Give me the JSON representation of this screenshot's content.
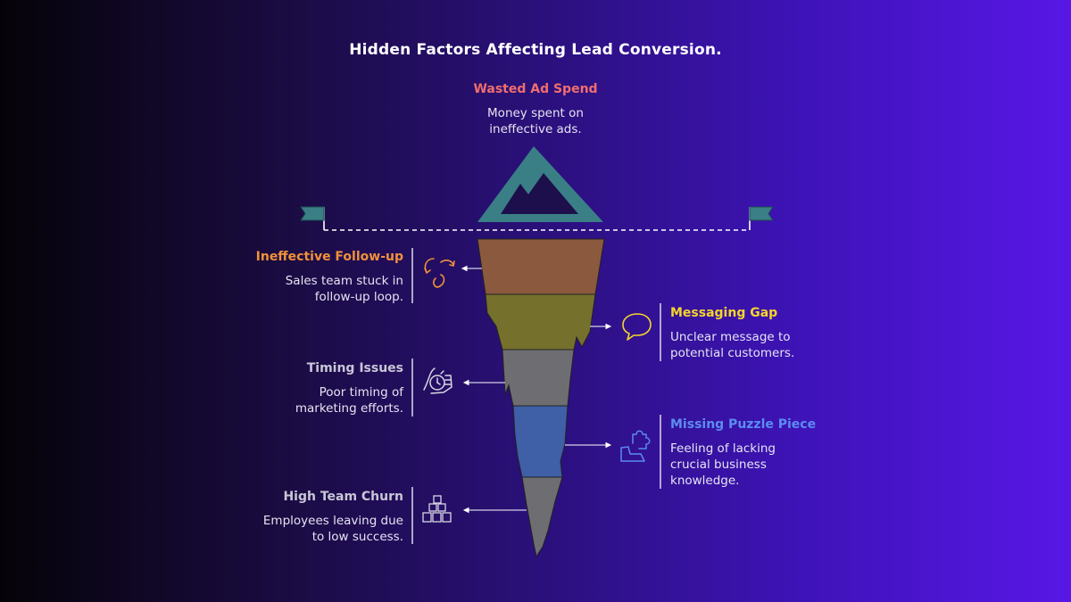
{
  "title": "Hidden Factors Affecting Lead Conversion.",
  "tip": {
    "label": "Wasted Ad Spend",
    "lines": [
      "Money spent on",
      "ineffective ads."
    ],
    "color": "#f06e6e"
  },
  "layers": [
    {
      "label": "Ineffective Follow-up",
      "lines": [
        "Sales team stuck in",
        "follow-up loop."
      ],
      "label_color": "#f0913a",
      "layer_color": "#8b5a3e",
      "icon": "loop-arrows-icon",
      "side": "left"
    },
    {
      "label": "Messaging Gap",
      "lines": [
        "Unclear message to",
        "potential customers."
      ],
      "label_color": "#f5d52a",
      "layer_color": "#76702d",
      "icon": "speech-bubble-icon",
      "side": "right"
    },
    {
      "label": "Timing Issues",
      "lines": [
        "Poor timing of",
        "marketing efforts."
      ],
      "label_color": "#c9c6d6",
      "layer_color": "#6e6e72",
      "icon": "hand-stopwatch-icon",
      "side": "left"
    },
    {
      "label": "Missing Puzzle Piece",
      "lines": [
        "Feeling of lacking",
        "crucial business",
        "knowledge."
      ],
      "label_color": "#5b8cf0",
      "layer_color": "#3f5fa6",
      "icon": "puzzle-piece-icon",
      "side": "right"
    },
    {
      "label": "High Team Churn",
      "lines": [
        "Employees leaving due",
        "to low success."
      ],
      "label_color": "#c9c6d6",
      "layer_color": "#6e6e72",
      "icon": "stacked-blocks-icon",
      "side": "left"
    }
  ],
  "colors": {
    "iceberg_tip": "#3a7f86",
    "flag": "#3a7f86",
    "waterline": "#ffffff",
    "text": "#ffffff"
  }
}
